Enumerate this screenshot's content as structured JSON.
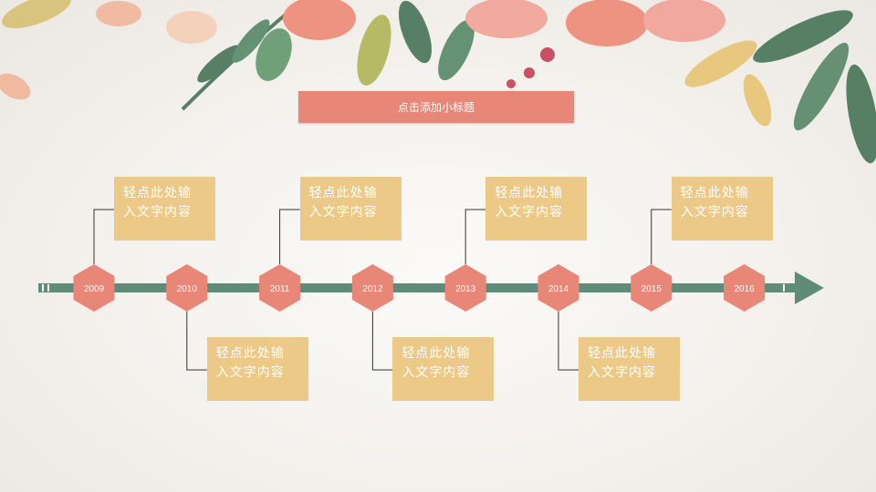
{
  "subtitle": "点击添加小标题",
  "timeline": [
    {
      "year": "2009",
      "text_line1": "轻点此处输",
      "text_line2": "入文字内容",
      "position": "above"
    },
    {
      "year": "2010",
      "text_line1": "轻点此处输",
      "text_line2": "入文字内容",
      "position": "below"
    },
    {
      "year": "2011",
      "text_line1": "轻点此处输",
      "text_line2": "入文字内容",
      "position": "above"
    },
    {
      "year": "2012",
      "text_line1": "轻点此处输",
      "text_line2": "入文字内容",
      "position": "below"
    },
    {
      "year": "2013",
      "text_line1": "轻点此处输",
      "text_line2": "入文字内容",
      "position": "above"
    },
    {
      "year": "2014",
      "text_line1": "轻点此处输",
      "text_line2": "入文字内容",
      "position": "below"
    },
    {
      "year": "2015",
      "text_line1": "轻点此处输",
      "text_line2": "入文字内容",
      "position": "above"
    },
    {
      "year": "2016",
      "text_line1": "",
      "text_line2": "",
      "position": "none"
    }
  ],
  "colors": {
    "hexagon": "#e88677",
    "box": "#ecc987",
    "timeline_bar": "#5e8c78",
    "title_bar": "#e88677",
    "background": "#f3f0ec"
  },
  "icons": [
    "floral-decoration-icon",
    "arrow-right-icon"
  ]
}
